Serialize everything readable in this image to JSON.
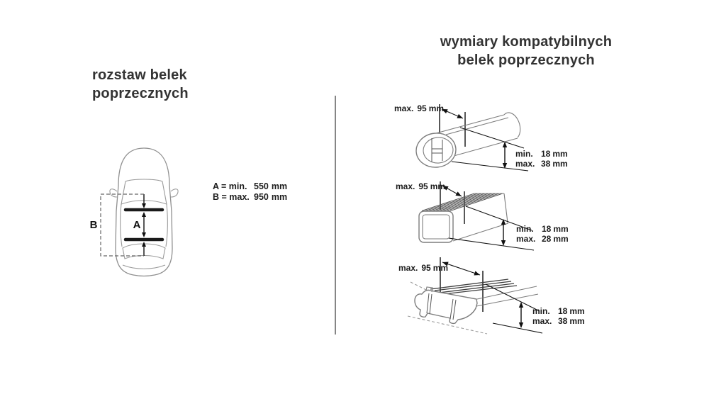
{
  "left_section": {
    "title": {
      "line1": "rozstaw belek",
      "line2": "poprzecznych"
    },
    "car_diagram": {
      "label_a": "A",
      "label_b": "B"
    },
    "spacing_table": {
      "rows": [
        {
          "label": "A = min.",
          "number": "550",
          "unit": "mm"
        },
        {
          "label": "B = max.",
          "number": "950",
          "unit": "mm"
        }
      ]
    }
  },
  "right_section": {
    "title": {
      "line1": "wymiary kompatybilnych",
      "line2": "belek poprzecznych"
    },
    "profiles": [
      {
        "shape": "oval-aero-bar",
        "width": {
          "label": "max.",
          "number": "95",
          "unit": "mm"
        },
        "height": {
          "rows": [
            {
              "label": "min.",
              "number": "18",
              "unit": "mm"
            },
            {
              "label": "max.",
              "number": "38",
              "unit": "mm"
            }
          ]
        }
      },
      {
        "shape": "rectangular-bar",
        "width": {
          "label": "max.",
          "number": "95",
          "unit": "mm"
        },
        "height": {
          "rows": [
            {
              "label": "min.",
              "number": "18",
              "unit": "mm"
            },
            {
              "label": "max.",
              "number": "28",
              "unit": "mm"
            }
          ]
        }
      },
      {
        "shape": "aero-t-slot-bar",
        "width": {
          "label": "max.",
          "number": "95",
          "unit": "mm"
        },
        "height": {
          "rows": [
            {
              "label": "min.",
              "number": "18",
              "unit": "mm"
            },
            {
              "label": "max.",
              "number": "38",
              "unit": "mm"
            }
          ]
        }
      }
    ]
  },
  "colors": {
    "background": "#ffffff",
    "text": "#333333",
    "measurement": "#111111",
    "line_art": "#8f8f8f",
    "divider": "#858585"
  }
}
